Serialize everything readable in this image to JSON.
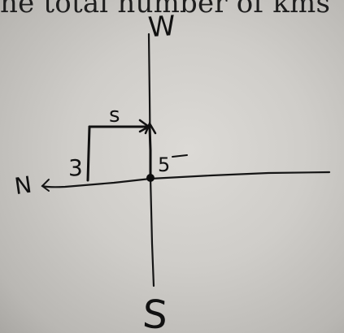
{
  "printed_text": "he total number of kms",
  "labels": {
    "north": "N",
    "south": "S",
    "west": "W",
    "top_segment": "s",
    "left_segment": "3",
    "right_segment": "5"
  },
  "colors": {
    "ink": "#111111",
    "paper": "#d6d4d0"
  }
}
